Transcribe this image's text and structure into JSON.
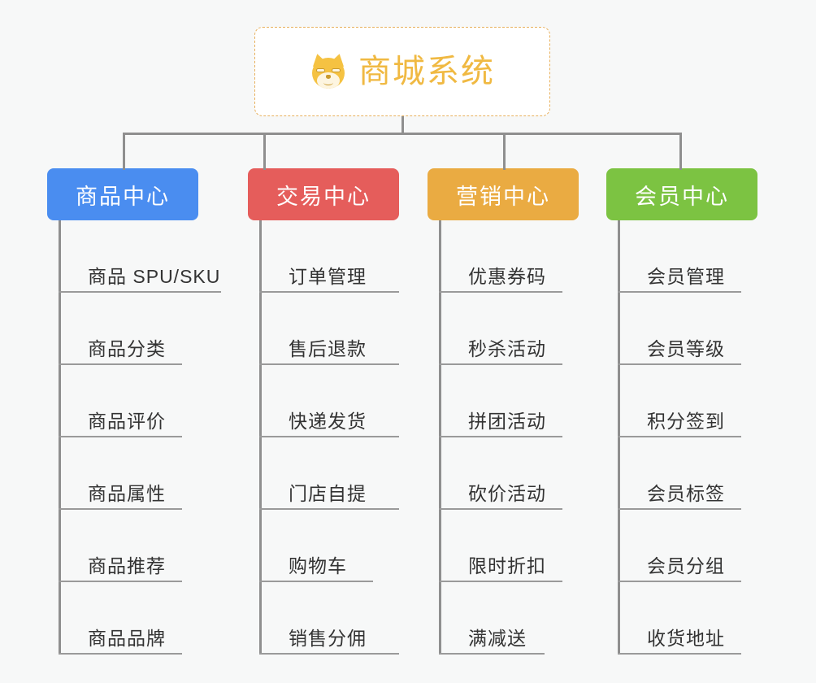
{
  "background_color": "#f7f8f8",
  "root": {
    "icon": "shiba-inu-dog-face-icon",
    "title": "商城系统",
    "accent_color": "#f0b942",
    "border_style": "dashed"
  },
  "connector_color": "#8f8f8f",
  "columns": [
    {
      "title": "商品中心",
      "color": "#4a8df0",
      "leaves": [
        "商品 SPU/SKU",
        "商品分类",
        "商品评价",
        "商品属性",
        "商品推荐",
        "商品品牌"
      ]
    },
    {
      "title": "交易中心",
      "color": "#e55d5b",
      "leaves": [
        "订单管理",
        "售后退款",
        "快递发货",
        "门店自提",
        "购物车",
        "销售分佣"
      ]
    },
    {
      "title": "营销中心",
      "color": "#eaab42",
      "leaves": [
        "优惠券码",
        "秒杀活动",
        "拼团活动",
        "砍价活动",
        "限时折扣",
        "满减送"
      ]
    },
    {
      "title": "会员中心",
      "color": "#7cc342",
      "leaves": [
        "会员管理",
        "会员等级",
        "积分签到",
        "会员标签",
        "会员分组",
        "收货地址"
      ]
    }
  ]
}
